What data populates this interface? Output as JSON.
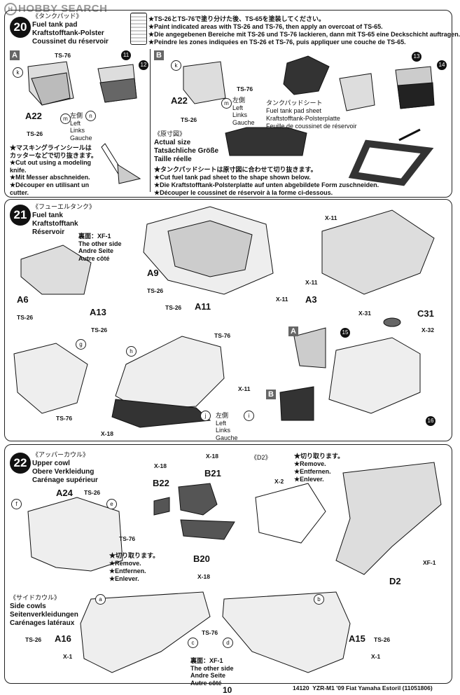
{
  "watermark": "HOBBY SEARCH",
  "step20": {
    "number": "20",
    "title_jp": "《タンクパッド》",
    "title_en": "Fuel tank pad",
    "title_de": "Kraftstofftank-Polster",
    "title_fr": "Coussinet du réservoir",
    "note_jp": "★TS-26とTS-76で塗り分けた後、TS-65を塗装してください。",
    "note_en": "★Paint indicated areas with TS-26 and TS-76, then apply an overcoat of TS-65.",
    "note_de": "★Die angegebenen Bereiche mit TS-26 und TS-76 lackieren, dann mit TS-65 eine Deckschicht auftragen.",
    "note_fr": "★Peindre les zones indiquées en TS-26 et TS-76, puis appliquer une couche de TS-65.",
    "box_a": "A",
    "box_b": "B",
    "a_part_k": "k",
    "a_part_m": "m",
    "a_part_n": "n",
    "a_ts76": "TS-76",
    "a_a22": "A22",
    "a_ts26": "TS-26",
    "a_side": "左側\nLeft\nLinks\nGauche",
    "a_num11": "11",
    "a_num12": "12",
    "mask_jp": "★マスキングラインシールは\nカッターなどで切り抜きます。",
    "mask_en": "★Cut out using a modeling\nknife.",
    "mask_de": "★Mit Messer abschneiden.",
    "mask_fr": "★Découper en utilisant un\ncutter.",
    "b_part_k": "k",
    "b_part_m": "m",
    "b_ts76": "TS-76",
    "b_a22": "A22",
    "b_ts26": "TS-26",
    "b_side": "左側\nLeft\nLinks\nGauche",
    "sheet_jp": "タンクパッドシート",
    "sheet_en": "Fuel tank pad sheet",
    "sheet_de": "Kraftstofftank-Polsterplatte",
    "sheet_fr": "Feuille de coussinet de réservoir",
    "b_num13": "13",
    "b_num14": "14",
    "actual_jp": "《原寸図》",
    "actual_en": "Actual size",
    "actual_de": "Tatsächliche Größe",
    "actual_fr": "Taille réelle",
    "cut_jp": "★タンクパッドシートは原寸図に合わせて切り抜きます。",
    "cut_en": "★Cut fuel tank pad sheet to the shape shown below.",
    "cut_de": "★Die Kraftstofftank-Polsterplatte auf unten abgebildete Form zuschneiden.",
    "cut_fr": "★Découper le coussinet de réservoir à la forme ci-dessous."
  },
  "step21": {
    "number": "21",
    "title_jp": "《フューエルタンク》",
    "title_en": "Fuel tank",
    "title_de": "Kraftstofftank",
    "title_fr": "Réservoir",
    "other_side": "裏面：XF-1\nThe other side\nAndre Seite\nAutre côté",
    "a6": "A6",
    "a6_paint": "TS-26",
    "a9": "A9",
    "a9_paint": "TS-26",
    "a13": "A13",
    "a13_paint": "TS-26",
    "a11": "A11",
    "a11_paint": "TS-26",
    "x11_a": "X-11",
    "x11_b": "X-11",
    "x11_c": "X-11",
    "a3": "A3",
    "g": "g",
    "g_paint": "TS-76",
    "h": "h",
    "h_paint": "TS-76",
    "x11_d": "X-11",
    "x18": "X-18",
    "j": "j",
    "i": "i",
    "side": "左側\nLeft\nLinks\nGauche",
    "c31": "C31",
    "x31": "X-31",
    "x32": "X-32",
    "box_a": "A",
    "box_b": "B",
    "num15": "15",
    "num16": "16"
  },
  "step22": {
    "number": "22",
    "title_jp": "《アッパーカウル》",
    "title_en": "Upper cowl",
    "title_de": "Obere Verkleidung",
    "title_fr": "Carénage supérieur",
    "a24": "A24",
    "a24_paint": "TS-26",
    "f": "f",
    "e": "e",
    "ts76": "TS-76",
    "remove_jp": "★切り取ります。",
    "remove_en": "★Remove.",
    "remove_de": "★Entfernen.",
    "remove_fr": "★Enlever.",
    "x18_top": "X-18",
    "b21": "B21",
    "x18_b22": "X-18",
    "b22": "B22",
    "b20": "B20",
    "x18_b20": "X-18",
    "d2_title": "《D2》",
    "x2": "X-2",
    "remove2_jp": "★切り取ります。",
    "remove2_en": "★Remove.",
    "remove2_de": "★Entfernen.",
    "remove2_fr": "★Enlever.",
    "xf1": "XF-1",
    "d2": "D2",
    "side_title_jp": "《サイドカウル》",
    "side_title_en": "Side cowls",
    "side_title_de": "Seitenverkleidungen",
    "side_title_fr": "Carénages latéraux",
    "a": "a",
    "b": "b",
    "c": "c",
    "d": "d",
    "ts76_side": "TS-76",
    "a16": "A16",
    "a16_paint": "TS-26",
    "a15": "A15",
    "a15_paint": "TS-26",
    "x1_left": "X-1",
    "x1_right": "X-1",
    "other_side": "裏面：XF-1\nThe other side\nAndre Seite\nAutre côté"
  },
  "footer": {
    "page": "10",
    "code": "14120  YZR-M1 '09 Fiat Yamaha Estoril (11051806)"
  }
}
